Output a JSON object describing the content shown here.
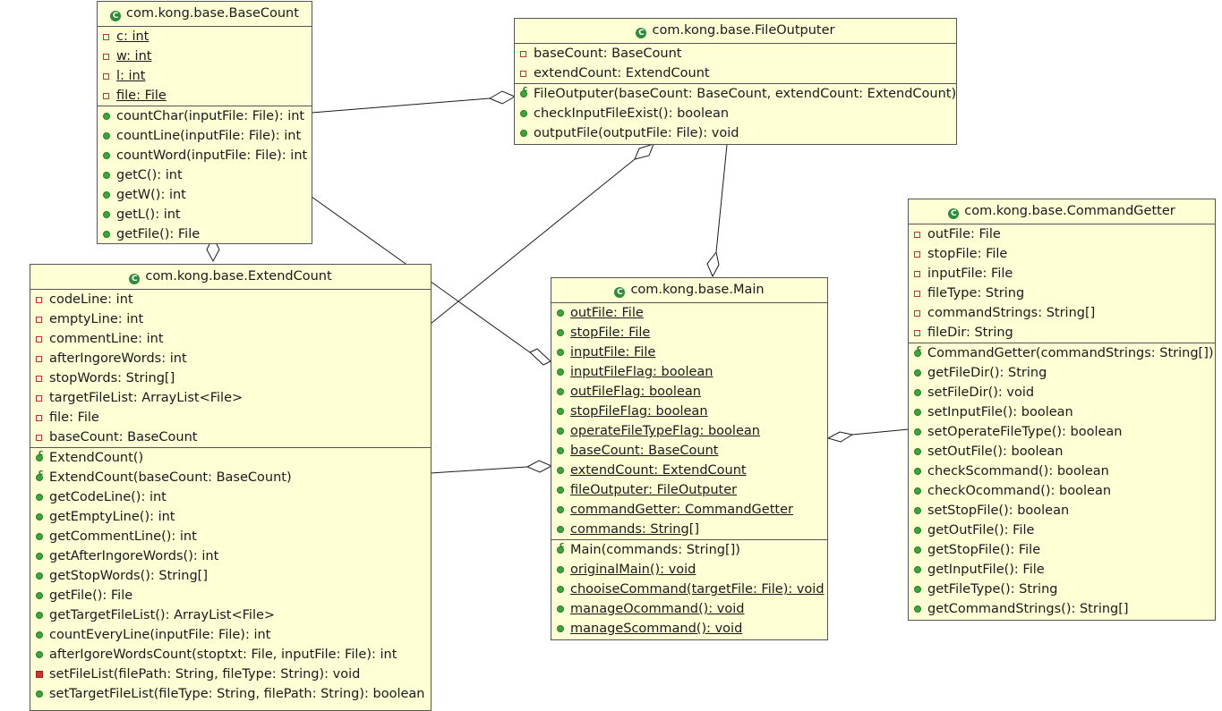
{
  "classes": {
    "base_count": {
      "name": "com.kong.base.BaseCount",
      "attributes": [
        {
          "text": "c: int",
          "vis": "private",
          "static": true
        },
        {
          "text": "w: int",
          "vis": "private",
          "static": true
        },
        {
          "text": "l: int",
          "vis": "private",
          "static": true
        },
        {
          "text": "file: File",
          "vis": "private",
          "static": true
        }
      ],
      "methods": [
        {
          "text": "countChar(inputFile: File): int",
          "vis": "public"
        },
        {
          "text": "countLine(inputFile: File): int",
          "vis": "public"
        },
        {
          "text": "countWord(inputFile: File): int",
          "vis": "public"
        },
        {
          "text": "getC(): int",
          "vis": "public"
        },
        {
          "text": "getW(): int",
          "vis": "public"
        },
        {
          "text": "getL(): int",
          "vis": "public"
        },
        {
          "text": "getFile(): File",
          "vis": "public"
        }
      ]
    },
    "file_outputer": {
      "name": "com.kong.base.FileOutputer",
      "attributes": [
        {
          "text": "baseCount: BaseCount",
          "vis": "private"
        },
        {
          "text": "extendCount: ExtendCount",
          "vis": "private"
        }
      ],
      "methods": [
        {
          "text": "FileOutputer(baseCount: BaseCount, extendCount: ExtendCount)",
          "vis": "public",
          "ctor": true
        },
        {
          "text": "checkInputFileExist(): boolean",
          "vis": "public"
        },
        {
          "text": "outputFile(outputFile: File): void",
          "vis": "public"
        }
      ]
    },
    "extend_count": {
      "name": "com.kong.base.ExtendCount",
      "attributes": [
        {
          "text": "codeLine: int",
          "vis": "private"
        },
        {
          "text": "emptyLine: int",
          "vis": "private"
        },
        {
          "text": "commentLine: int",
          "vis": "private"
        },
        {
          "text": "afterIngoreWords: int",
          "vis": "private"
        },
        {
          "text": "stopWords: String[]",
          "vis": "private"
        },
        {
          "text": "targetFileList: ArrayList<File>",
          "vis": "private"
        },
        {
          "text": "file: File",
          "vis": "private"
        },
        {
          "text": "baseCount: BaseCount",
          "vis": "private"
        }
      ],
      "methods": [
        {
          "text": "ExtendCount()",
          "vis": "public",
          "ctor": true
        },
        {
          "text": "ExtendCount(baseCount: BaseCount)",
          "vis": "public",
          "ctor": true
        },
        {
          "text": "getCodeLine(): int",
          "vis": "public"
        },
        {
          "text": "getEmptyLine(): int",
          "vis": "public"
        },
        {
          "text": "getCommentLine(): int",
          "vis": "public"
        },
        {
          "text": "getAfterIngoreWords(): int",
          "vis": "public"
        },
        {
          "text": "getStopWords(): String[]",
          "vis": "public"
        },
        {
          "text": "getFile(): File",
          "vis": "public"
        },
        {
          "text": "getTargetFileList(): ArrayList<File>",
          "vis": "public"
        },
        {
          "text": "countEveryLine(inputFile: File): int",
          "vis": "public"
        },
        {
          "text": "afterIgoreWordsCount(stoptxt: File, inputFile: File): int",
          "vis": "public"
        },
        {
          "text": "setFileList(filePath: String, fileType: String): void",
          "vis": "private-filled"
        },
        {
          "text": "setTargetFileList(fileType: String, filePath: String): boolean",
          "vis": "public"
        }
      ]
    },
    "main": {
      "name": "com.kong.base.Main",
      "attributes": [
        {
          "text": "outFile: File",
          "vis": "package",
          "static": true
        },
        {
          "text": "stopFile: File",
          "vis": "package",
          "static": true
        },
        {
          "text": "inputFile: File",
          "vis": "package",
          "static": true
        },
        {
          "text": "inputFileFlag: boolean",
          "vis": "package",
          "static": true
        },
        {
          "text": "outFileFlag: boolean",
          "vis": "package",
          "static": true
        },
        {
          "text": "stopFileFlag: boolean",
          "vis": "package",
          "static": true
        },
        {
          "text": "operateFileTypeFlag: boolean",
          "vis": "package",
          "static": true
        },
        {
          "text": "baseCount: BaseCount",
          "vis": "package",
          "static": true
        },
        {
          "text": "extendCount: ExtendCount",
          "vis": "package",
          "static": true
        },
        {
          "text": "fileOutputer: FileOutputer",
          "vis": "package",
          "static": true
        },
        {
          "text": "commandGetter: CommandGetter",
          "vis": "package",
          "static": true
        },
        {
          "text": "commands: String[]",
          "vis": "package",
          "static": true
        }
      ],
      "methods": [
        {
          "text": "Main(commands: String[])",
          "vis": "public",
          "ctor": true
        },
        {
          "text": "originalMain(): void",
          "vis": "public",
          "static": true
        },
        {
          "text": "chooiseCommand(targetFile: File): void",
          "vis": "public",
          "static": true
        },
        {
          "text": "manageOcommand(): void",
          "vis": "public",
          "static": true
        },
        {
          "text": "manageScommand(): void",
          "vis": "public",
          "static": true
        }
      ]
    },
    "command_getter": {
      "name": "com.kong.base.CommandGetter",
      "attributes": [
        {
          "text": "outFile: File",
          "vis": "private"
        },
        {
          "text": "stopFile: File",
          "vis": "private"
        },
        {
          "text": "inputFile: File",
          "vis": "private"
        },
        {
          "text": "fileType: String",
          "vis": "private"
        },
        {
          "text": "commandStrings: String[]",
          "vis": "private"
        },
        {
          "text": "fileDir: String",
          "vis": "private"
        }
      ],
      "methods": [
        {
          "text": "CommandGetter(commandStrings: String[])",
          "vis": "public",
          "ctor": true
        },
        {
          "text": "getFileDir(): String",
          "vis": "public"
        },
        {
          "text": "setFileDir(): void",
          "vis": "public"
        },
        {
          "text": "setInputFile(): boolean",
          "vis": "public"
        },
        {
          "text": "setOperateFileType(): boolean",
          "vis": "public"
        },
        {
          "text": "setOutFile(): boolean",
          "vis": "public"
        },
        {
          "text": "checkScommand(): boolean",
          "vis": "public"
        },
        {
          "text": "checkOcommand(): boolean",
          "vis": "public"
        },
        {
          "text": "setStopFile(): boolean",
          "vis": "public"
        },
        {
          "text": "getOutFile(): File",
          "vis": "public"
        },
        {
          "text": "getStopFile(): File",
          "vis": "public"
        },
        {
          "text": "getInputFile(): File",
          "vis": "public"
        },
        {
          "text": "getFileType(): String",
          "vis": "public"
        },
        {
          "text": "getCommandStrings(): String[]",
          "vis": "public"
        }
      ]
    }
  },
  "colors": {
    "class_fill": "#ffffd6",
    "border": "#555555",
    "class_icon": "#2e8b3a",
    "public": "#39a839",
    "private": "#c83030"
  }
}
